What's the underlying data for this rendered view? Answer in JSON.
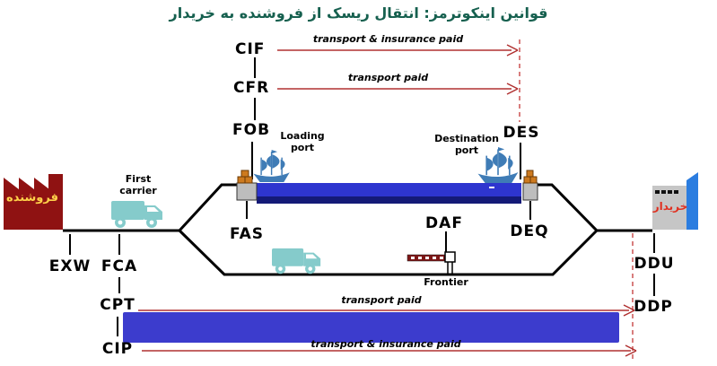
{
  "title": "قوانین اینکوترمز: انتقال ریسک از فروشنده به خریدار",
  "terms": {
    "cif": "CIF",
    "cfr": "CFR",
    "fob": "FOB",
    "fas": "FAS",
    "exw": "EXW",
    "fca": "FCA",
    "cpt": "CPT",
    "cip": "CIP",
    "daf": "DAF",
    "deq": "DEQ",
    "des": "DES",
    "ddu": "DDU",
    "ddp": "DDP"
  },
  "annotations": {
    "cif_arrow": "transport & insurance paid",
    "cfr_arrow": "transport paid",
    "cpt_arrow": "transport paid",
    "cip_arrow": "transport & insurance paid",
    "loading_port": "Loading port",
    "destination_port": "Destination port",
    "first_carrier": "First carrier",
    "frontier": "Frontier"
  },
  "parties": {
    "seller": "فروشنده",
    "buyer": "خریدار"
  },
  "colors": {
    "title_text": "#16604f",
    "arrow_red": "#b03030",
    "dashed_red": "#cc5252",
    "sea_blue": "#2e35cf",
    "sea_navy": "#141a77",
    "highlight_bar_blue": "#3c3ccd",
    "factory_red": "#8f1212",
    "seller_text_yellow": "#ffd24a",
    "buyer_text_red": "#e03020",
    "truck_teal": "#85cbcb",
    "ship_blue": "#3f7cb6",
    "dock_gray": "#bdbdbd",
    "cargo_orange": "#cd7a1f",
    "building_gray": "#c6c6c6",
    "building_door_blue": "#2b7de0",
    "line_black": "#000000"
  }
}
